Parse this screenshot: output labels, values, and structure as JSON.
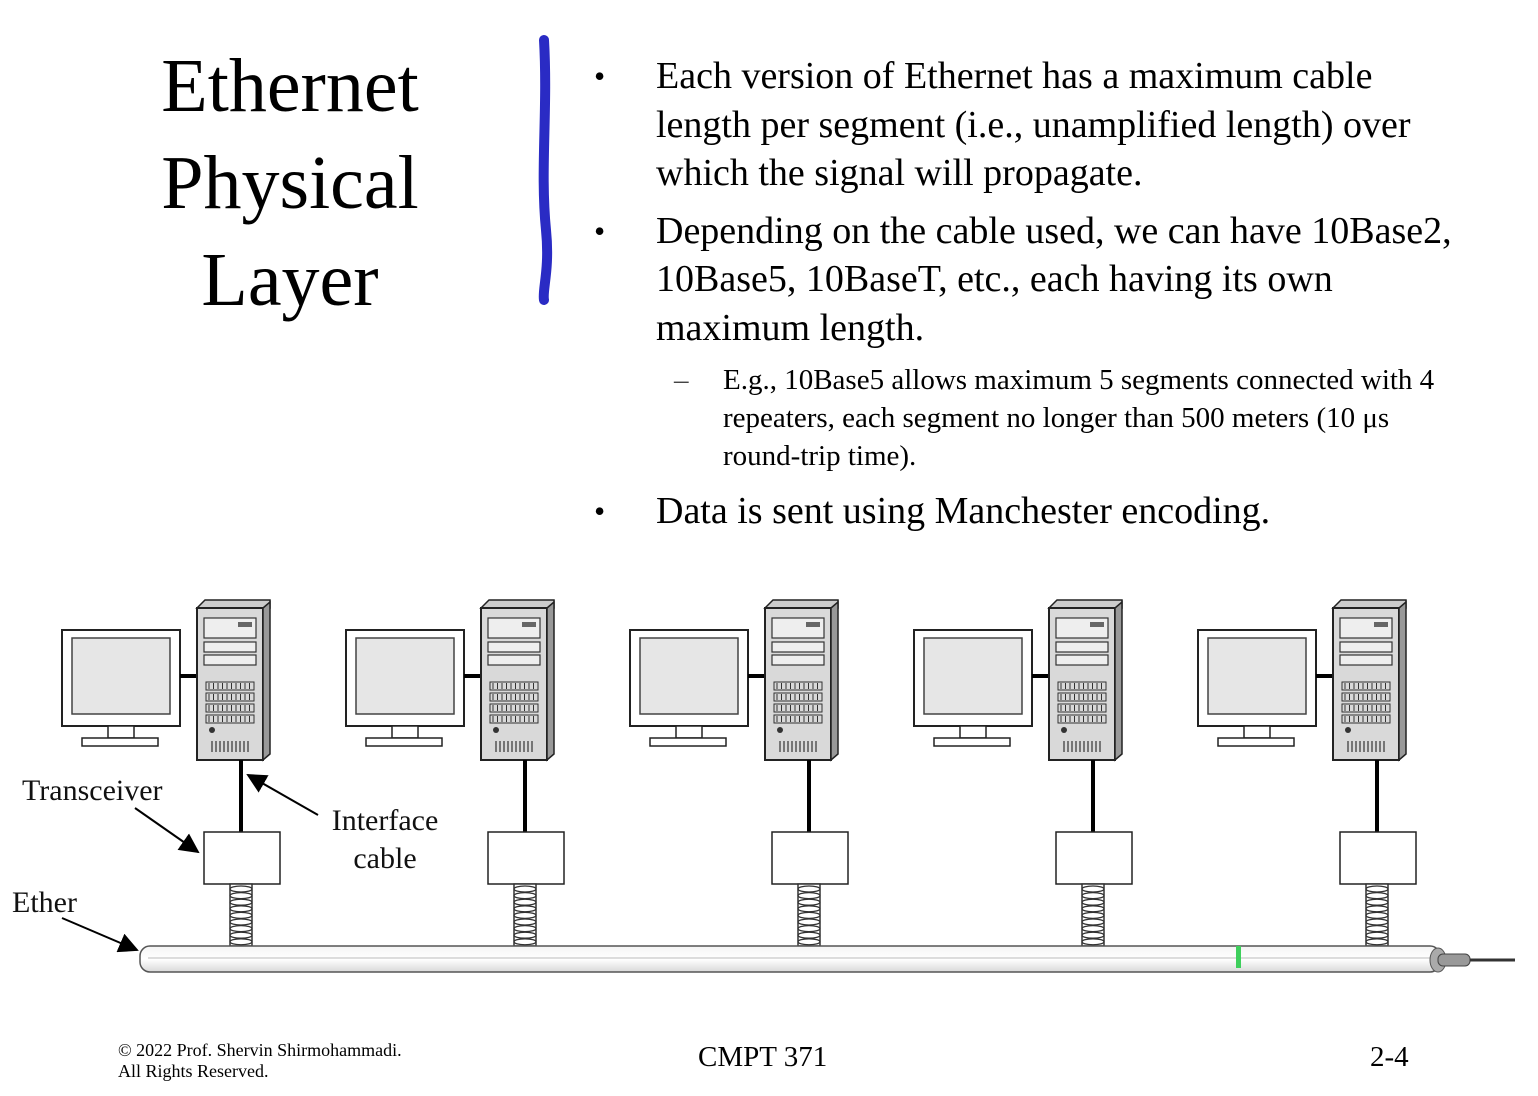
{
  "title": {
    "line1": "Ethernet",
    "line2": "Physical",
    "line3": "Layer"
  },
  "bullets": [
    {
      "text": "Each version of Ethernet has a maximum cable length per segment (i.e., unamplified length) over which the signal will propagate."
    },
    {
      "text": "Depending on the cable used, we can have 10Base2, 10Base5, 10BaseT, etc., each having its own maximum length."
    },
    {
      "text": "Data is sent using Manchester encoding."
    }
  ],
  "subbullet": {
    "text": "E.g., 10Base5 allows maximum 5 segments connected with 4 repeaters, each segment no longer than 500 meters (10 μs round-trip time)."
  },
  "diagram": {
    "labels": {
      "transceiver": "Transceiver",
      "interface_cable": "Interface cable",
      "ether": "Ether"
    },
    "stations": 5
  },
  "footer": {
    "copyright_line1": "© 2022 Prof. Shervin Shirmohammadi.",
    "copyright_line2": "All Rights Reserved.",
    "course": "CMPT 371",
    "page": "2-4"
  },
  "colors": {
    "accent_bar": "#2a2bc4",
    "cable_marker": "#3ecf5c"
  }
}
